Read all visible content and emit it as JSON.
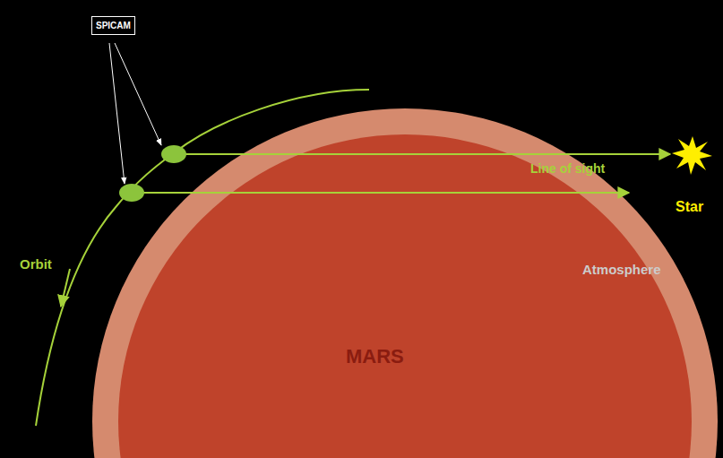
{
  "diagram": {
    "nodes": [
      {
        "text": [
          "SPICAM"
        ]
      },
      {
        "text": [
          "MARS"
        ]
      }
    ],
    "labels": [
      "Line of sight",
      "Star",
      "Orbit",
      "Atmosphere"
    ]
  }
}
